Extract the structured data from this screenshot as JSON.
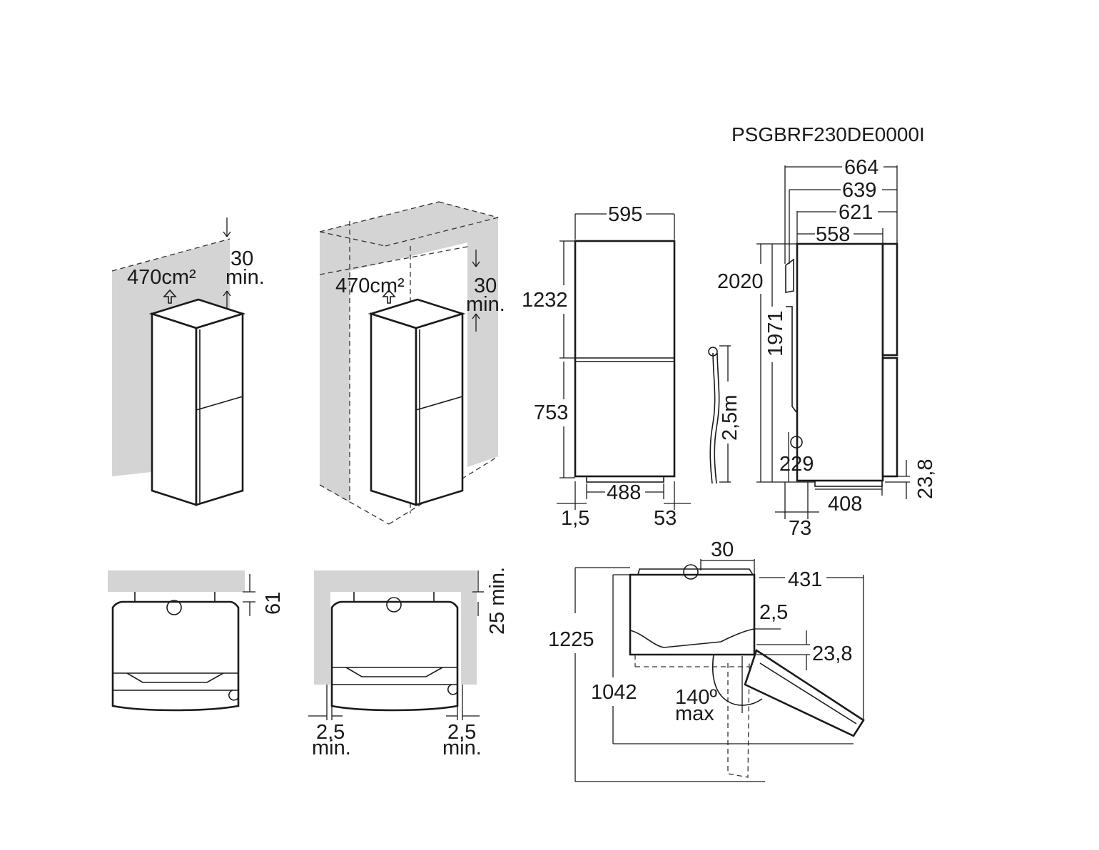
{
  "model_code": "PSGBRF230DE0000I",
  "colors": {
    "wall": "#d4d4d4",
    "line": "#1a1a1a"
  },
  "icons": [
    "power-plug-icon",
    "air-outlet-arrow-icon"
  ],
  "ventilation": {
    "area_label_1": "470cm²",
    "area_label_2": "470cm²",
    "top_gap_1": "30",
    "top_gap_1_unit": "min.",
    "top_gap_2": "30",
    "top_gap_2_unit": "min."
  },
  "front_view": {
    "width": "595",
    "upper_height": "1232",
    "lower_height": "753",
    "base_width": "488",
    "left_offset": "1,5",
    "right_offset": "53"
  },
  "cable": {
    "length": "2,5m"
  },
  "side_view": {
    "depth_664": "664",
    "depth_639": "639",
    "depth_621": "621",
    "depth_558": "558",
    "total_height": "2020",
    "body_height": "1971",
    "plug_height": "229",
    "foot_408": "408",
    "foot_73": "73",
    "door_offset": "23,8"
  },
  "top_views": {
    "rear_gap": "61",
    "rear_gap_2": "25 min.",
    "side_gap_left": "2,5",
    "side_gap_left_unit": "min.",
    "side_gap_right": "2,5",
    "side_gap_right_unit": "min."
  },
  "door_swing": {
    "top_offset": "30",
    "door_clearance": "431",
    "hinge_gap": "2,5",
    "hinge_offset": "23,8",
    "total_depth_open": "1225",
    "depth_at_90": "1042",
    "angle": "140º",
    "angle_unit": "max"
  }
}
